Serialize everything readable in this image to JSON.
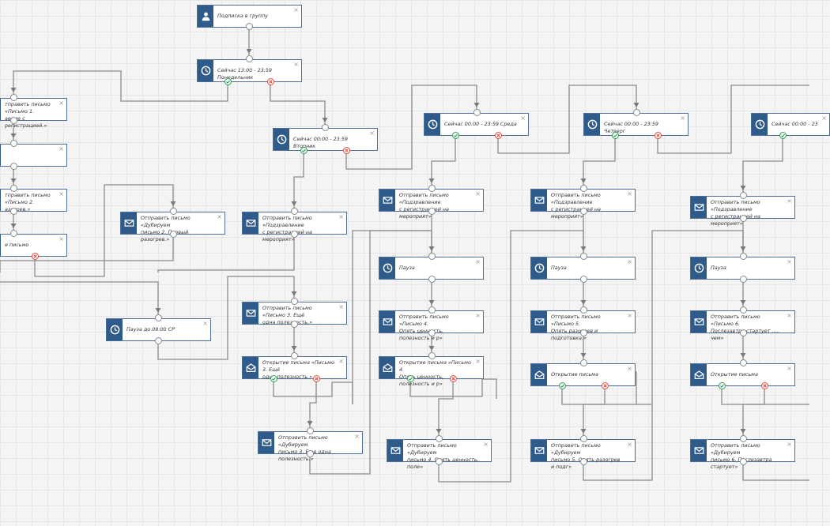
{
  "close_label": "×",
  "colors": {
    "icon_bg": "#2f5b8a",
    "wire": "#8c8c8c",
    "yes_port": "#2e9e52",
    "no_port": "#e04a3a"
  },
  "nodes": [
    {
      "id": "n1",
      "icon": "user-icon",
      "label": "Подписка в группу"
    },
    {
      "id": "n2",
      "icon": "clock-icon",
      "label": "Сейчас 13:00 - 23:59 Понедельник"
    },
    {
      "id": "n3",
      "icon": "clock-icon",
      "label": "Сейчас 00:00 - 23:59 Вторник"
    },
    {
      "id": "n4",
      "icon": "clock-icon",
      "label": "Сейчас 00:00 - 23:59 Среда"
    },
    {
      "id": "n5",
      "icon": "clock-icon",
      "label": "Сейчас 00:00 - 23:59 Четверг"
    },
    {
      "id": "n6",
      "icon": "clock-icon",
      "label": "Сейчас 00:00 - 23"
    },
    {
      "id": "n7",
      "icon": "mail-icon",
      "label": "тправить письмо «Письмо 1.\nаение с регистрацией.»"
    },
    {
      "id": "n8",
      "icon": "mail-icon",
      "label": ""
    },
    {
      "id": "n9",
      "icon": "mail-icon",
      "label": "тправить письмо «Письмо 2.\nазогрев.»"
    },
    {
      "id": "n10",
      "icon": "mail-icon",
      "label": "е письмо"
    },
    {
      "id": "n11",
      "icon": "mail-icon",
      "label": "Отправить письмо «Дубируем\nписьмо 2. Первый разогрев.»"
    },
    {
      "id": "n12",
      "icon": "mail-icon",
      "label": "Отправить письмо «Подзравление\nс регистрацией на мероприят»"
    },
    {
      "id": "n13",
      "icon": "mail-icon",
      "label": "Отправить письмо «Подзравление\nс регистрацией на мероприят»"
    },
    {
      "id": "n14",
      "icon": "mail-icon",
      "label": "Отправить письмо «Подзравление\nс регистрацией на мероприят»"
    },
    {
      "id": "n15",
      "icon": "mail-icon",
      "label": "Отправить письмо «Подзравление\nс регистрацией на мероприят»"
    },
    {
      "id": "n16",
      "icon": "clock-icon",
      "label": "Пауза до 09:00 СР"
    },
    {
      "id": "n17",
      "icon": "mail-icon",
      "label": "Отправить письмо «Письмо 3. Ещё\nодна полезность.»"
    },
    {
      "id": "n18",
      "icon": "mail-open-icon",
      "label": "Открытие письма «Письмо 3. Ещё\nодна полезность.»"
    },
    {
      "id": "n19",
      "icon": "mail-icon",
      "label": "Отправить письмо «Дубируем\nписьмо 3. Еще одна полезность.»"
    },
    {
      "id": "n20",
      "icon": "clock-icon",
      "label": "Пауза"
    },
    {
      "id": "n21",
      "icon": "mail-icon",
      "label": "Отправить письмо «Письмо 4.\nОпять ценность, полезность и р»"
    },
    {
      "id": "n22",
      "icon": "mail-open-icon",
      "label": "Открытие письма «Письмо 4.\nОпять ценность, полезность и р»"
    },
    {
      "id": "n23",
      "icon": "mail-icon",
      "label": "Отправить письмо «Дубируем\nписьмо 4. Опять ценность, поле»"
    },
    {
      "id": "n24",
      "icon": "clock-icon",
      "label": "Пауза"
    },
    {
      "id": "n25",
      "icon": "mail-icon",
      "label": "Отправить письмо «Письмо 5.\nОпять разогрев и подготовка.»"
    },
    {
      "id": "n26",
      "icon": "mail-open-icon",
      "label": "Открытие письма"
    },
    {
      "id": "n27",
      "icon": "mail-icon",
      "label": "Отправить письмо «Дубируем\nписьмо 5. Опять разогрев и подг»"
    },
    {
      "id": "n28",
      "icon": "clock-icon",
      "label": "Пауза"
    },
    {
      "id": "n29",
      "icon": "mail-icon",
      "label": "Отправить письмо «Письмо 6.\nПослезавтра стартует ..... чем»"
    },
    {
      "id": "n30",
      "icon": "mail-open-icon",
      "label": "Открытие письма"
    },
    {
      "id": "n31",
      "icon": "mail-icon",
      "label": "Отправить письмо «Дубируем\nписьмо 6. Послезавтра стартует»"
    }
  ]
}
